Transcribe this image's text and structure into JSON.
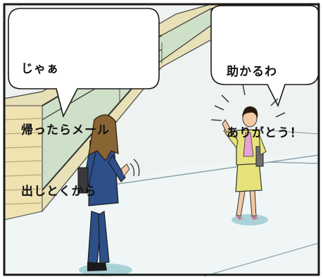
{
  "panel": {
    "bubble_left": {
      "lines": [
        "じゃぁ",
        "帰ったらメール",
        "出しとくから"
      ]
    },
    "bubble_right": {
      "lines": [
        "助かるわ",
        "ありがとう！"
      ]
    }
  },
  "colors": {
    "border": "#1a1a1a",
    "wall": "#eef2f1",
    "floor": "#f1f6f6",
    "stairs": "#efe3b2",
    "stair_rail": "#cfe2cf",
    "suit_navy": "#2d4f8a",
    "suit_yellow": "#e6e37a",
    "blouse_pink": "#e6a2d2",
    "hair_brown": "#6b4a26",
    "hair_dark": "#2a1a0e",
    "skin": "#f1c9a3"
  }
}
